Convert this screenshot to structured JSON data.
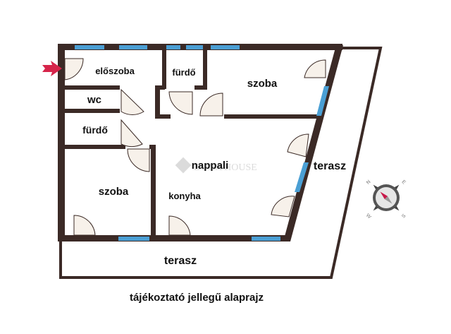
{
  "rooms": {
    "eloszoba": "előszoba",
    "furdo_top": "fürdő",
    "szoba_top": "szoba",
    "wc": "wc",
    "furdo_left": "fürdő",
    "szoba_left": "szoba",
    "konyha": "konyha",
    "nappali": "nappali",
    "terasz_right": "terasz",
    "terasz_bottom": "terasz"
  },
  "caption": "tájékoztató jellegű alaprajz",
  "watermark": "DUNA HOUSE",
  "compass": {
    "n": "N",
    "e": "E",
    "s": "S",
    "w": "W",
    "needle_direction": "north-west"
  },
  "colors": {
    "wall": "#3b2a26",
    "window": "#4a9fd4",
    "door": "#f7f1ea",
    "entrance_arrow": "#d6244a",
    "compass_needle": "#c8194a"
  }
}
